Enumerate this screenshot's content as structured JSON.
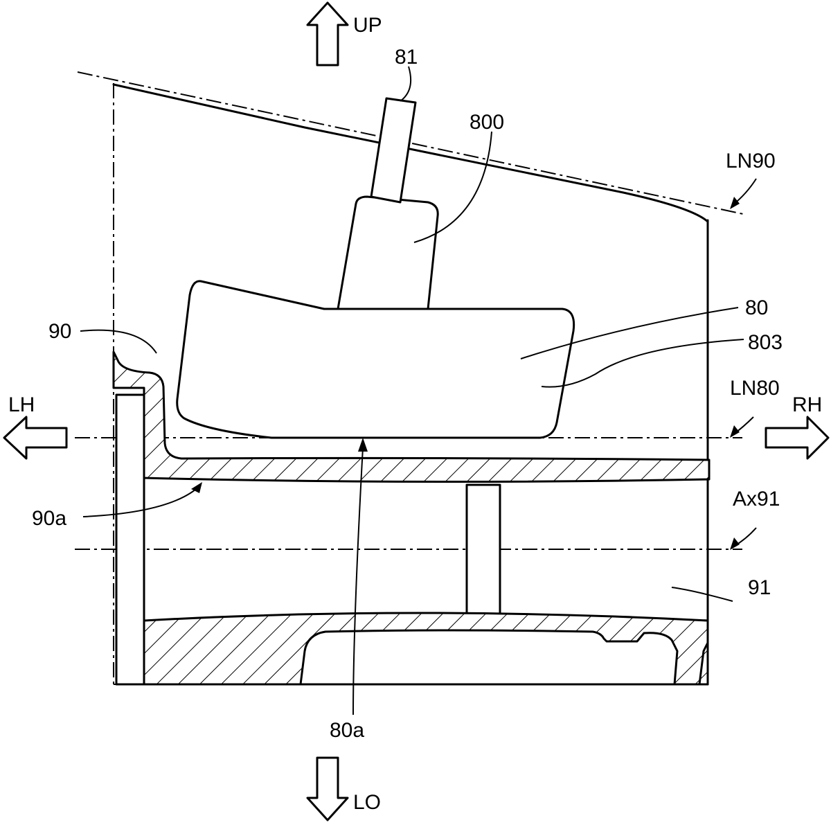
{
  "figure": {
    "directions": {
      "up": "UP",
      "down": "LO",
      "left": "LH",
      "right": "RH"
    },
    "labels": {
      "part_81": "81",
      "part_800": "800",
      "line_ln90": "LN90",
      "part_80": "80",
      "part_803": "803",
      "part_90": "90",
      "line_ln80": "LN80",
      "part_90a": "90a",
      "axis_ax91": "Ax91",
      "part_91": "91",
      "point_80a": "80a"
    }
  }
}
